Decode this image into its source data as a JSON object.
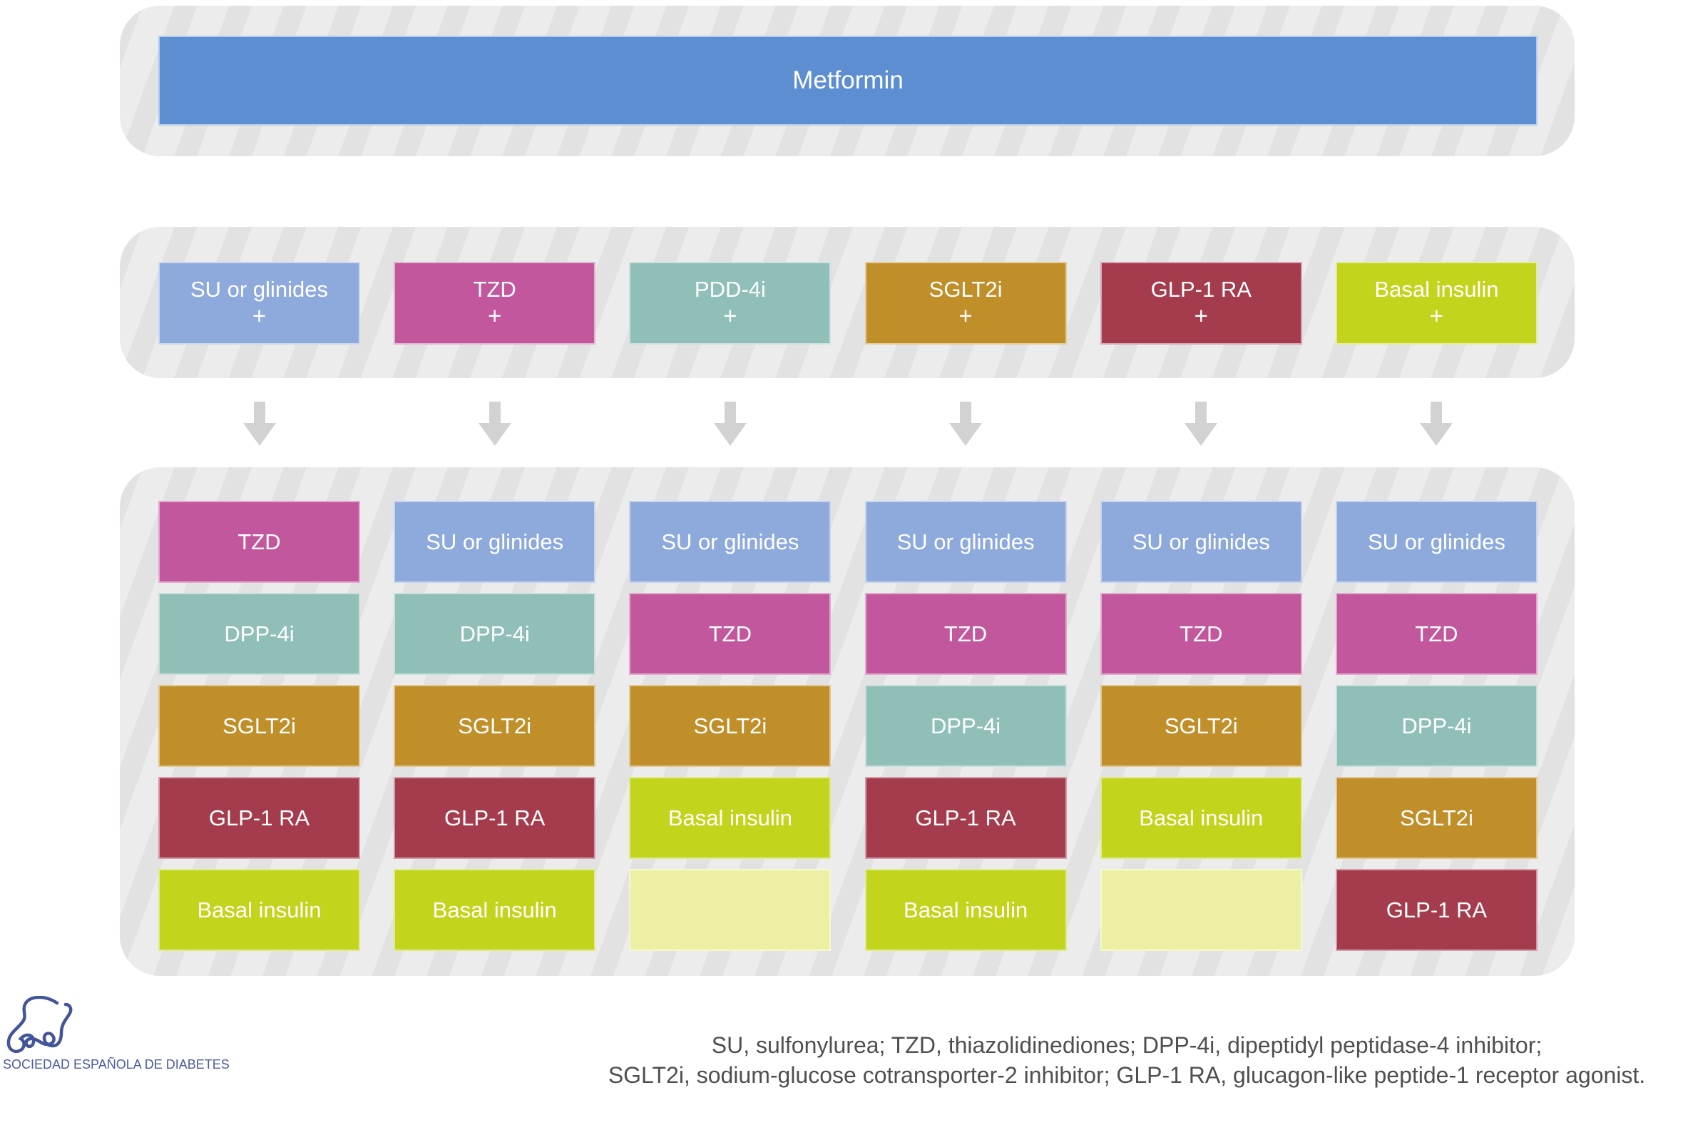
{
  "colors": {
    "metformin_blue": "#5e8ed2",
    "blue": "#8ea9dc",
    "pink": "#c2579d",
    "teal": "#90bfb8",
    "gold": "#c08f2a",
    "maroon": "#a53c4e",
    "lime": "#c3d41d",
    "pale": "#edf0a4",
    "panel_grey": "#ececec",
    "stripe_grey": "#e2e2e2",
    "arrow_grey": "#d2d2d2",
    "logo_blue": "#44549b",
    "legend_grey": "#4f4f4f"
  },
  "sections": {
    "metformin": {
      "label": "Metformin",
      "color": "metformin_blue"
    }
  },
  "second_row": {
    "items": [
      {
        "label": "SU or glinides",
        "plus": "+",
        "color": "blue"
      },
      {
        "label": "TZD",
        "plus": "+",
        "color": "pink"
      },
      {
        "label": "PDD-4i",
        "plus": "+",
        "color": "teal"
      },
      {
        "label": "SGLT2i",
        "plus": "+",
        "color": "gold"
      },
      {
        "label": "GLP-1 RA",
        "plus": "+",
        "color": "maroon"
      },
      {
        "label": "Basal insulin",
        "plus": "+",
        "color": "lime"
      }
    ]
  },
  "arrows": {
    "count": 6,
    "icon": "down-arrow-icon"
  },
  "third_section": {
    "columns": [
      {
        "cells": [
          {
            "label": "TZD",
            "color": "pink"
          },
          {
            "label": "DPP-4i",
            "color": "teal"
          },
          {
            "label": "SGLT2i",
            "color": "gold"
          },
          {
            "label": "GLP-1 RA",
            "color": "maroon"
          },
          {
            "label": "Basal insulin",
            "color": "lime"
          }
        ]
      },
      {
        "cells": [
          {
            "label": "SU or glinides",
            "color": "blue"
          },
          {
            "label": "DPP-4i",
            "color": "teal"
          },
          {
            "label": "SGLT2i",
            "color": "gold"
          },
          {
            "label": "GLP-1 RA",
            "color": "maroon"
          },
          {
            "label": "Basal insulin",
            "color": "lime"
          }
        ]
      },
      {
        "cells": [
          {
            "label": "SU or glinides",
            "color": "blue"
          },
          {
            "label": "TZD",
            "color": "pink"
          },
          {
            "label": "SGLT2i",
            "color": "gold"
          },
          {
            "label": "Basal insulin",
            "color": "lime"
          },
          {
            "label": "",
            "color": "pale"
          }
        ]
      },
      {
        "cells": [
          {
            "label": "SU or glinides",
            "color": "blue"
          },
          {
            "label": "TZD",
            "color": "pink"
          },
          {
            "label": "DPP-4i",
            "color": "teal"
          },
          {
            "label": "GLP-1 RA",
            "color": "maroon"
          },
          {
            "label": "Basal insulin",
            "color": "lime"
          }
        ]
      },
      {
        "cells": [
          {
            "label": "SU or glinides",
            "color": "blue"
          },
          {
            "label": "TZD",
            "color": "pink"
          },
          {
            "label": "SGLT2i",
            "color": "gold"
          },
          {
            "label": "Basal insulin",
            "color": "lime"
          },
          {
            "label": "",
            "color": "pale"
          }
        ]
      },
      {
        "cells": [
          {
            "label": "SU or glinides",
            "color": "blue"
          },
          {
            "label": "TZD",
            "color": "pink"
          },
          {
            "label": "DPP-4i",
            "color": "teal"
          },
          {
            "label": "SGLT2i",
            "color": "gold"
          },
          {
            "label": "GLP-1 RA",
            "color": "maroon"
          }
        ]
      }
    ]
  },
  "footer": {
    "logo_subtitle": "SOCIEDAD ESPAÑOLA DE DIABETES",
    "legend_line1": "SU, sulfonylurea; TZD, thiazolidinediones; DPP-4i, dipeptidyl peptidase-4 inhibitor;",
    "legend_line2": "SGLT2i, sodium-glucose cotransporter-2 inhibitor; GLP-1 RA, glucagon-like peptide-1 receptor agonist."
  }
}
